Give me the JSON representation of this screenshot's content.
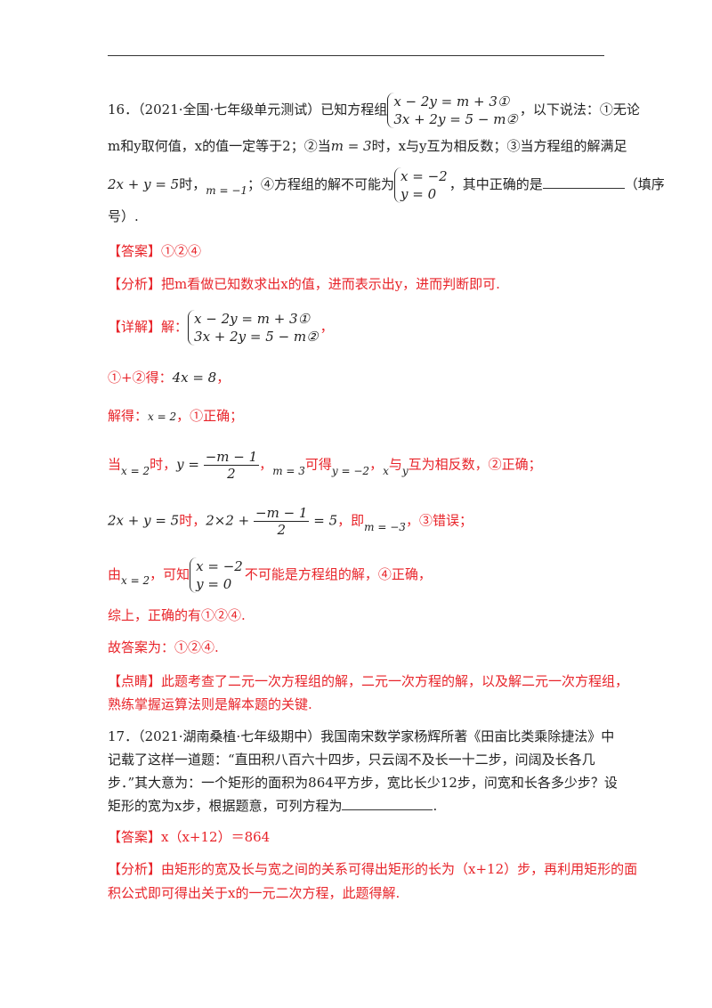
{
  "q16": {
    "l1a": "16．（2021·全国·七年级单元测试）已知方程组",
    "sys1": [
      "x − 2y = m + 3①",
      "3x + 2y = 5 − m②"
    ],
    "l1b": "，以下说法：①无论",
    "l2a": "m和y取何值，x的值一定等于2；②当",
    "l2m": "m = 3",
    "l2b": "时，x与y互为相反数；③当方程组的解满足",
    "l3m1": "2x + y = 5",
    "l3a": "时，",
    "l3m2": "m = −1",
    "l3b": "；④方程组的解不可能为",
    "sys2": [
      "x = −2",
      "y = 0"
    ],
    "l3c": "，其中正确的是",
    "l3d": "（填序",
    "l4": "号）."
  },
  "a16": {
    "answer_tag": "【答案】",
    "answer": "①②④",
    "analysis_tag": "【分析】",
    "analysis": "把m看做已知数求出x的值，进而表示出y，进而判断即可.",
    "detail_tag": "【详解】",
    "detail_pre": "解：",
    "sys3": [
      "x − 2y = m + 3①",
      "3x + 2y = 5 − m②"
    ],
    "detail_post": "，",
    "s1a": "①+②得：",
    "s1m": "4x = 8",
    "s1b": "，",
    "s2a": "解得：",
    "s2m": "x = 2",
    "s2b": "，①正确；",
    "s3a": "当",
    "s3m1": "x = 2",
    "s3b": "时，",
    "s3m2a": "y =",
    "s3num": "−m − 1",
    "s3den": "2",
    "s3c": "，",
    "s3m3": "m = 3",
    "s3d": "可得",
    "s3m4": "y = −2",
    "s3e": "，",
    "s3m5": "x",
    "s3f": "与",
    "s3m6": "y",
    "s3g": "互为相反数，②正确；",
    "s4m1": "2x + y = 5",
    "s4a": "时，",
    "s4m2a": "2×2 +",
    "s4num": "−m − 1",
    "s4den": "2",
    "s4m2b": "= 5",
    "s4b": "，即",
    "s4m3": "m = −3",
    "s4c": "，③错误；",
    "s5a": "由",
    "s5m": "x = 2",
    "s5b": "，可知",
    "sys4": [
      "x = −2",
      "y = 0"
    ],
    "s5c": "不可能是方程组的解，④正确，",
    "s6": "综上，正确的有①②④.",
    "s7": "故答案为：①②④.",
    "point_tag": "【点睛】",
    "point1": "此题考查了二元一次方程组的解，二元一次方程的解，以及解二元一次方程组，",
    "point2": "熟练掌握运算法则是解本题的关键."
  },
  "q17": {
    "l1": "17．（2021·湖南桑植·七年级期中）我国南宋数学家杨辉所著《田亩比类乘除捷法》中",
    "l2": "记载了这样一道题：“直田积八百六十四步，只云阔不及长一十二步，问阔及长各几",
    "l3": "步．”其大意为：一个矩形的面积为864平方步，宽比长少12步，问宽和长各多少步？设",
    "l4": "矩形的宽为x步，根据题意，可列方程为",
    "l4end": "."
  },
  "a17": {
    "answer_tag": "【答案】",
    "answer": "x（x+12）＝864",
    "analysis_tag": "【分析】",
    "analysis1": "由矩形的宽及长与宽之间的关系可得出矩形的长为（x+12）步，再利用矩形的面",
    "analysis2": "积公式即可得出关于x的一元二次方程，此题得解."
  }
}
